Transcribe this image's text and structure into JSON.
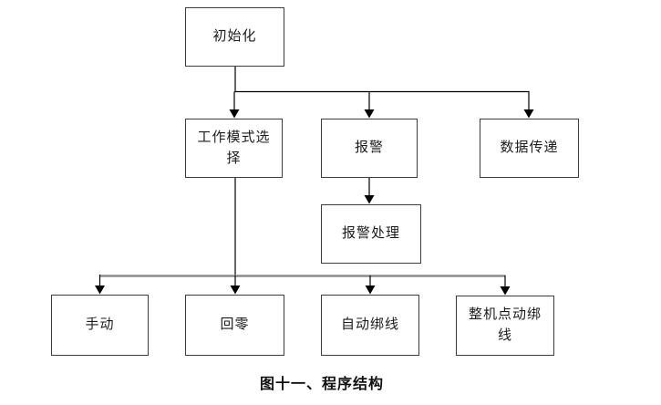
{
  "diagram": {
    "caption": "图十一、程序结构",
    "nodes": {
      "init": {
        "label": "初始化"
      },
      "mode_select": {
        "label": "工作模式选择"
      },
      "alarm": {
        "label": "报警"
      },
      "data_transfer": {
        "label": "数据传递"
      },
      "alarm_handling": {
        "label": "报警处理"
      },
      "manual": {
        "label": "手动"
      },
      "return_zero": {
        "label": "回零"
      },
      "auto_binding": {
        "label": "自动绑线"
      },
      "machine_jog_binding": {
        "label": "整机点动绑线"
      }
    },
    "edges": [
      {
        "from": "init",
        "to": "mode_select"
      },
      {
        "from": "init",
        "to": "alarm"
      },
      {
        "from": "init",
        "to": "data_transfer"
      },
      {
        "from": "alarm",
        "to": "alarm_handling"
      },
      {
        "from": "mode_select",
        "to": "manual"
      },
      {
        "from": "mode_select",
        "to": "return_zero"
      },
      {
        "from": "mode_select",
        "to": "auto_binding"
      },
      {
        "from": "mode_select",
        "to": "machine_jog_binding"
      }
    ],
    "colors": {
      "connector_line": "#000000",
      "distribution_bus_line": "#8c8c8c",
      "box_border": "#3d3d3d",
      "text": "#1c1c1c",
      "background": "#ffffff"
    }
  }
}
